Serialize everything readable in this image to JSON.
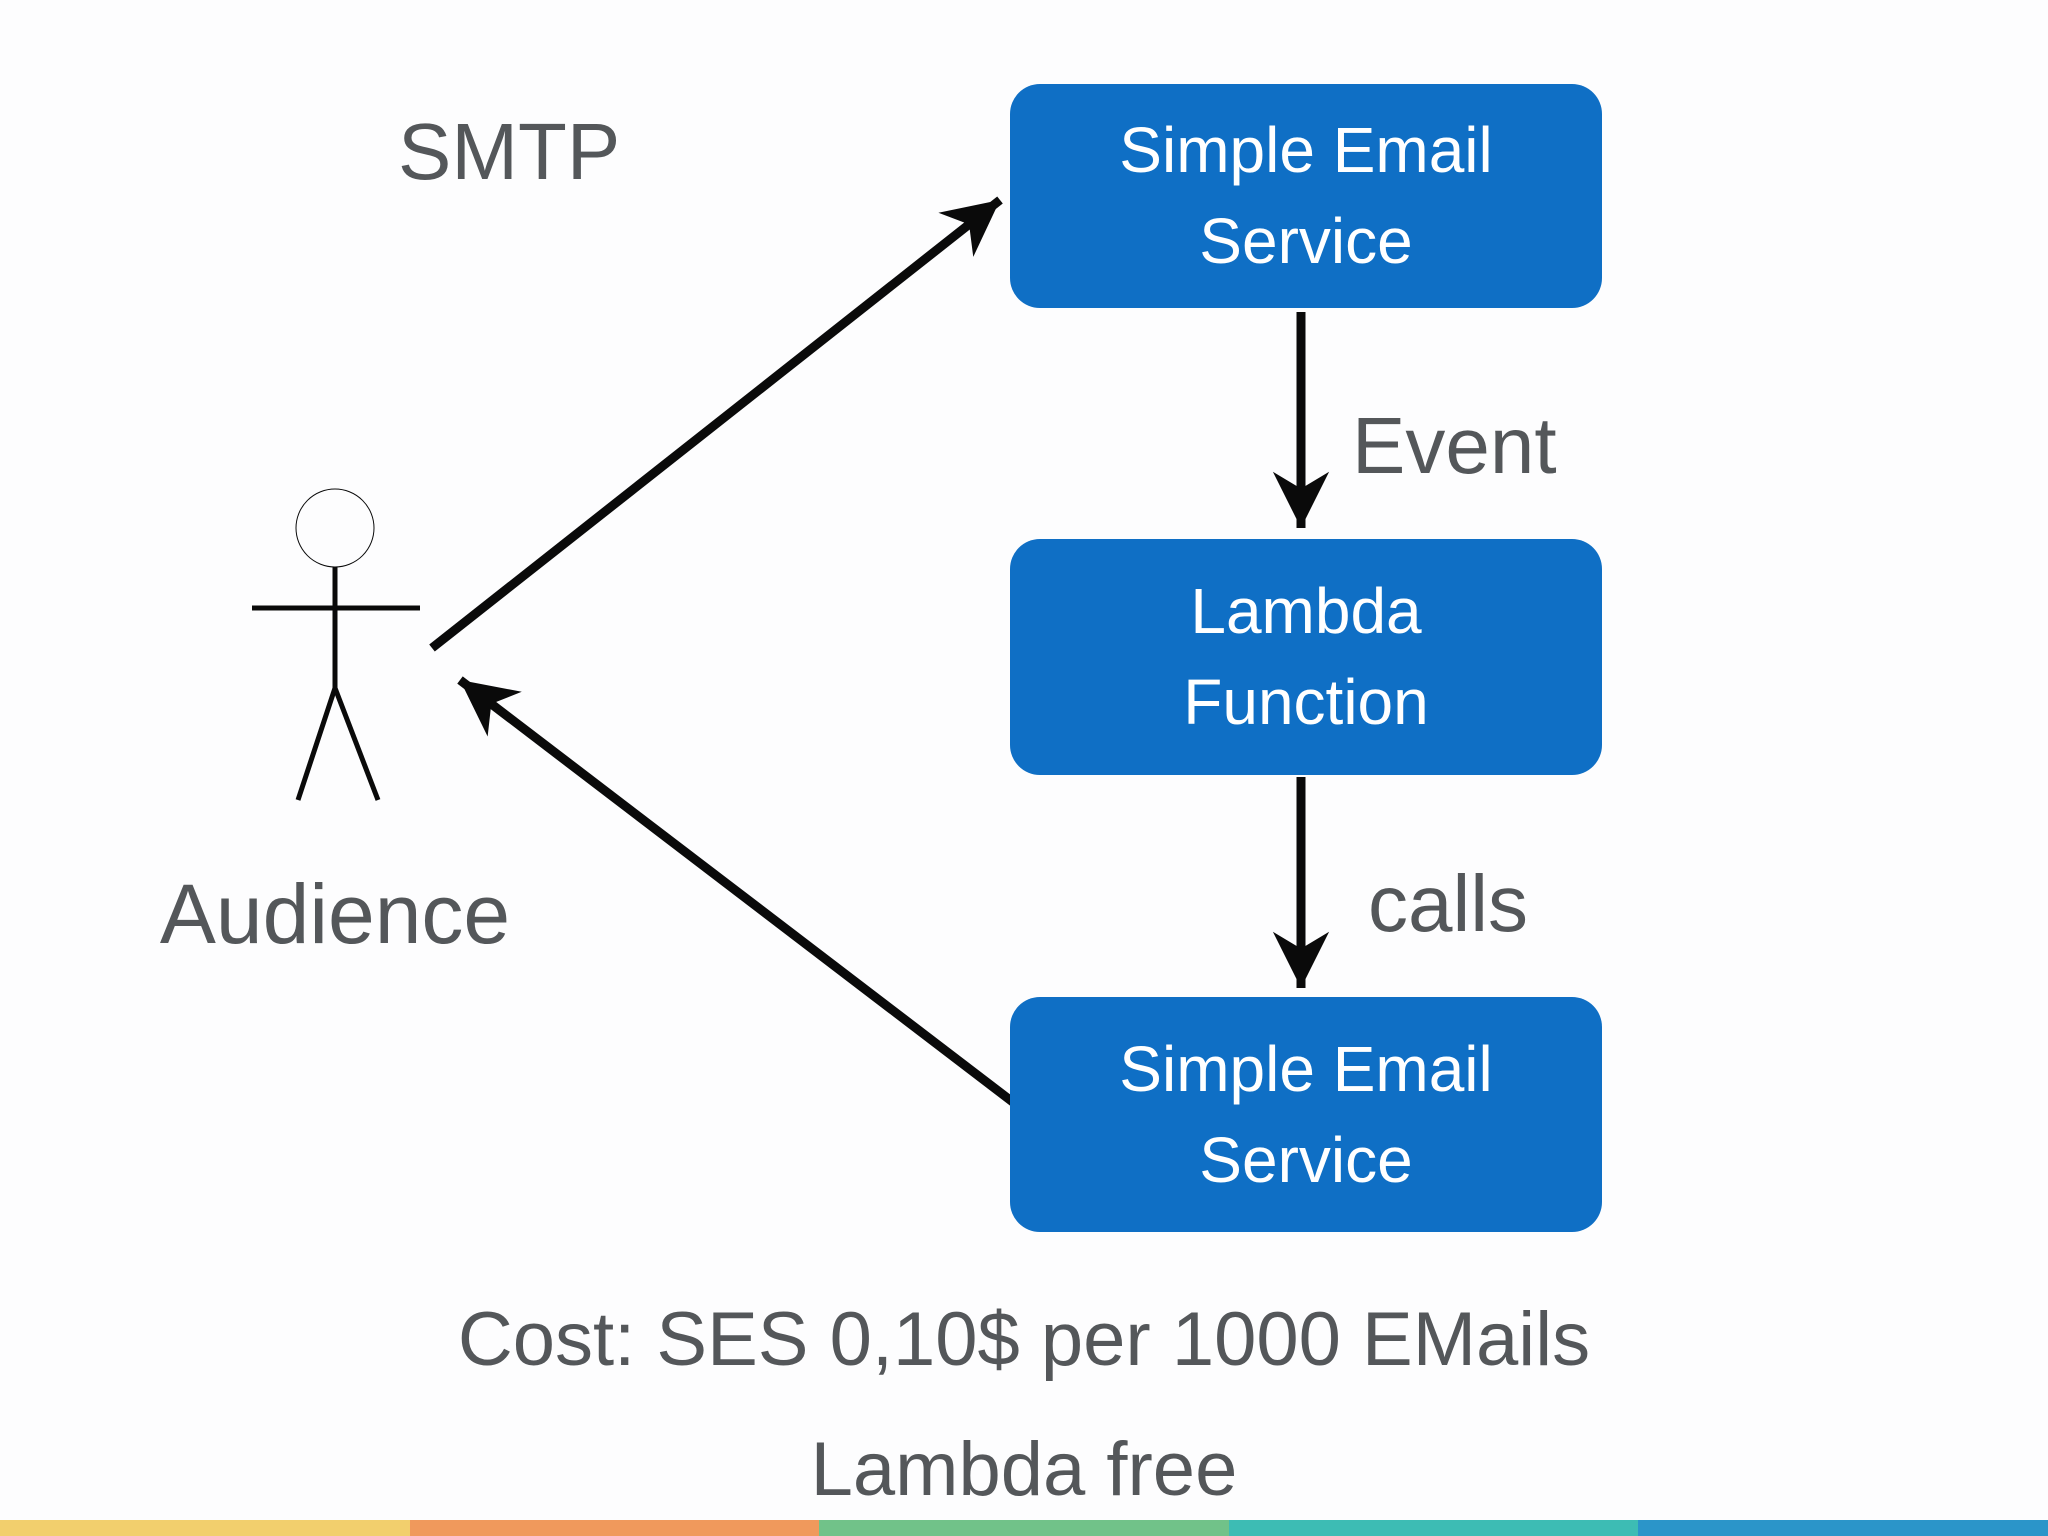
{
  "slide": {
    "labels": {
      "smtp": "SMTP",
      "audience": "Audience",
      "event": "Event",
      "calls": "calls"
    },
    "boxes": [
      {
        "id": "ses-top",
        "line1": "Simple Email",
        "line2": "Service"
      },
      {
        "id": "lambda",
        "line1": "Lambda",
        "line2": "Function"
      },
      {
        "id": "ses-bottom",
        "line1": "Simple Email",
        "line2": "Service"
      }
    ],
    "footer": {
      "cost_line": "Cost: SES 0,10$ per 1000 EMails",
      "lambda_line": "Lambda free"
    },
    "colors": {
      "box_blue": "#0f6fc5",
      "label_gray": "#54575a",
      "arrow_black": "#0a0a0a",
      "bar": [
        "#f2cf6d",
        "#f0995c",
        "#71c289",
        "#3dbcb4",
        "#2b95c9"
      ]
    }
  }
}
